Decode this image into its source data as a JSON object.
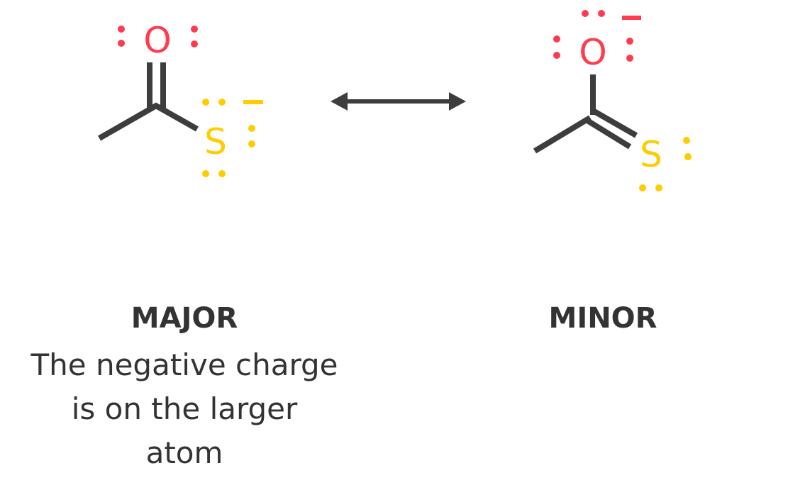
{
  "colors": {
    "bond": "#3d3d3d",
    "oxygen": "#ff3b4e",
    "sulfur": "#ffcc00",
    "text": "#333333"
  },
  "major": {
    "oxygen_label": "O",
    "sulfur_label": "S",
    "charge": "−",
    "title": "MAJOR",
    "description": [
      "The negative charge",
      "is on the larger",
      "atom"
    ]
  },
  "minor": {
    "oxygen_label": "O",
    "sulfur_label": "S",
    "charge": "−",
    "title": "MINOR"
  },
  "arrow": "resonance-double-arrow"
}
